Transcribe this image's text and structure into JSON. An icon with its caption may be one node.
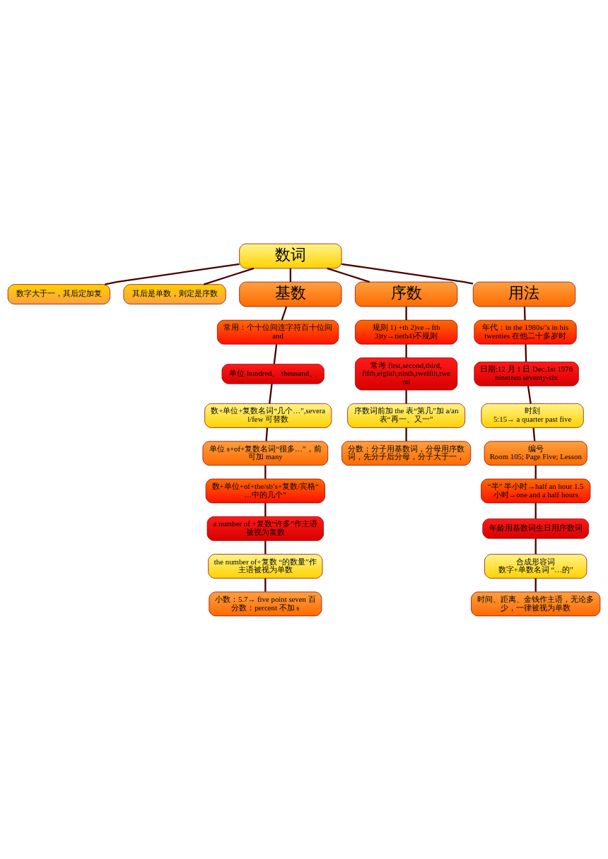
{
  "diagram": {
    "nodes": [
      {
        "text": [
          "数词"
        ]
      },
      {
        "text": [
          "数字大于一，其后定加复"
        ]
      },
      {
        "text": [
          "其后是单数，则定是序数"
        ]
      },
      {
        "text": [
          "基数"
        ]
      },
      {
        "text": [
          "序数"
        ]
      },
      {
        "text": [
          "用法"
        ]
      },
      {
        "text": [
          "常用：个十位间连字符百十位间 and"
        ]
      },
      {
        "text": [
          "单位 hundred、 thousand、"
        ]
      },
      {
        "text": [
          "数+单位+复数名词“几个…”,several/few 可替数"
        ]
      },
      {
        "text": [
          "单位 s+of+复数名词“很多…”，前可加 many"
        ]
      },
      {
        "text": [
          "数+单位+of+the/sb’s+复数/宾格“…中的几个”"
        ]
      },
      {
        "text": [
          "a number of +复数“许多”作主语被视为复数"
        ]
      },
      {
        "text": [
          "the number of+复数 “的数量”作主语被视为单数"
        ]
      },
      {
        "text": [
          "小数：5.7→ five point seven 百分数：percent 不加 s"
        ]
      },
      {
        "text": [
          "规则 1) +th 2)ve→fth 3)ty→tieth4)不规则"
        ]
      },
      {
        "text": [
          "常考 first,second,third, fifth,eighth,ninth,twelfth,twenti"
        ]
      },
      {
        "text": [
          "序数词前加 the 表“第几”加 a/an 表“再一、又一”"
        ]
      },
      {
        "text": [
          "分数：分子用基数词，分母用序数词，先分子后分母，分子大于一，"
        ]
      },
      {
        "text": [
          "年代：in the 1980s/’s in his twenties 在他二十多岁时"
        ]
      },
      {
        "text": [
          "日期:12 月 1 日 Dec.1st 1976 nineteen seventy-six"
        ]
      },
      {
        "text": [
          "时刻",
          "5:15→ a quarter past five"
        ]
      },
      {
        "text": [
          "编号",
          "Room 105; Page Five; Lesson"
        ]
      },
      {
        "text": [
          "“半” 半小时→half an hour 1.5 小时→one and a half hours"
        ]
      },
      {
        "text": [
          "年龄用基数词生日用序数词"
        ]
      },
      {
        "text": [
          "合成形容词",
          "数字+单数名词 “…的”"
        ]
      },
      {
        "text": [
          "时间、距离、金钱作主语，无论多少，一律被视为单数"
        ]
      }
    ],
    "edges": [
      {
        "from": 0,
        "to": 1,
        "arrow": "none"
      },
      {
        "from": 0,
        "to": 2,
        "arrow": "none"
      },
      {
        "from": 0,
        "to": 3,
        "arrow": "none"
      },
      {
        "from": 0,
        "to": 4,
        "arrow": "none"
      },
      {
        "from": 0,
        "to": 5,
        "arrow": "none"
      },
      {
        "from": 3,
        "to": 6,
        "arrow": "none"
      },
      {
        "from": 6,
        "to": 7,
        "arrow": "none"
      },
      {
        "from": 7,
        "to": 8,
        "arrow": "none"
      },
      {
        "from": 8,
        "to": 9,
        "arrow": "none"
      },
      {
        "from": 9,
        "to": 10,
        "arrow": "none"
      },
      {
        "from": 10,
        "to": 11,
        "arrow": "none"
      },
      {
        "from": 11,
        "to": 12,
        "arrow": "none"
      },
      {
        "from": 12,
        "to": 13,
        "arrow": "none"
      },
      {
        "from": 4,
        "to": 14,
        "arrow": "none"
      },
      {
        "from": 14,
        "to": 15,
        "arrow": "none"
      },
      {
        "from": 15,
        "to": 16,
        "arrow": "none"
      },
      {
        "from": 16,
        "to": 17,
        "arrow": "none"
      },
      {
        "from": 5,
        "to": 18,
        "arrow": "none"
      },
      {
        "from": 18,
        "to": 19,
        "arrow": "none"
      },
      {
        "from": 19,
        "to": 20,
        "arrow": "none"
      },
      {
        "from": 20,
        "to": 21,
        "arrow": "none"
      },
      {
        "from": 21,
        "to": 22,
        "arrow": "none"
      },
      {
        "from": 22,
        "to": 23,
        "arrow": "none"
      },
      {
        "from": 23,
        "to": 24,
        "arrow": "none"
      },
      {
        "from": 24,
        "to": 25,
        "arrow": "none"
      }
    ]
  }
}
